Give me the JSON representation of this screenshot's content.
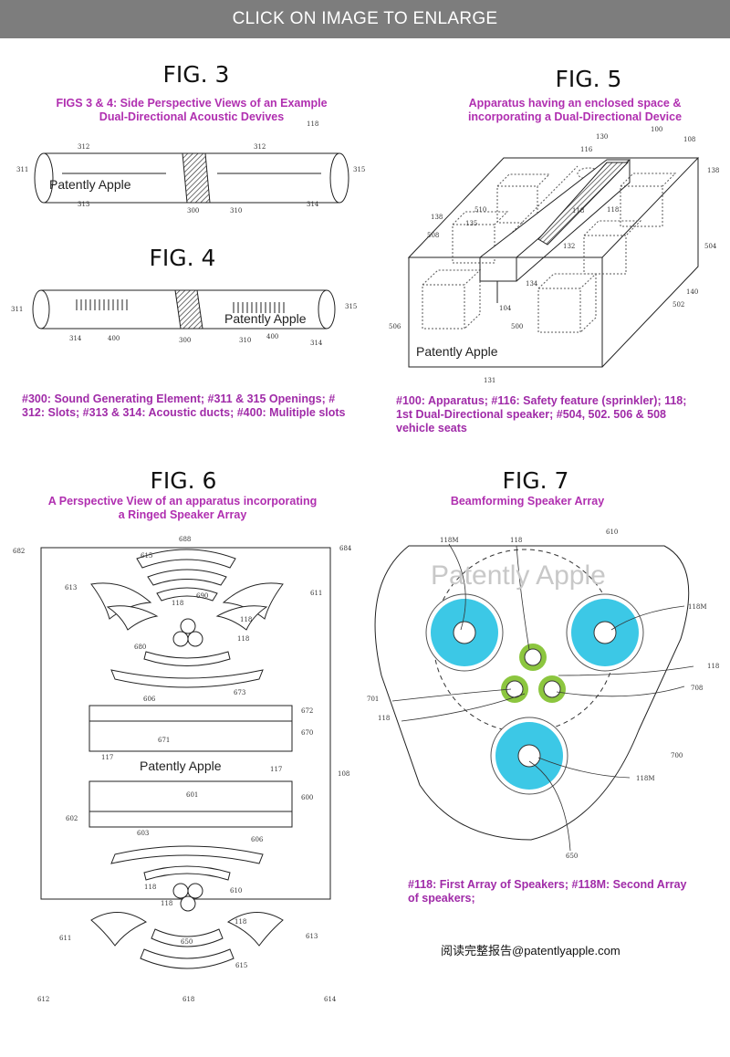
{
  "banner": "CLICK ON IMAGE TO ENLARGE",
  "fig3": {
    "title": "FIG. 3",
    "subtitle_line1": "FIGS 3 & 4: Side Perspective Views of an Example",
    "subtitle_line2": "Dual-Directional Acoustic Devives",
    "watermark": "Patently Apple",
    "labels": [
      "118",
      "312",
      "312",
      "311",
      "315",
      "313",
      "300",
      "310",
      "314"
    ]
  },
  "fig4": {
    "title": "FIG. 4",
    "watermark": "Patently Apple",
    "labels": [
      "311",
      "315",
      "314",
      "400",
      "300",
      "310",
      "400",
      "314"
    ],
    "caption_line1": "#300: Sound Generating Element; #311 & 315 Openings; #",
    "caption_line2": "312: Slots; #313 & 314: Acoustic ducts; #400: Mulitiple slots"
  },
  "fig5": {
    "title": "FIG. 5",
    "subtitle_line1": "Apparatus having an enclosed space &",
    "subtitle_line2": "incorporating a Dual-Directional  Device",
    "watermark": "Patently Apple",
    "labels": [
      "130",
      "100",
      "108",
      "116",
      "138",
      "138",
      "510",
      "135",
      "118",
      "118",
      "508",
      "132",
      "504",
      "134",
      "140",
      "104",
      "502",
      "506",
      "500",
      "131"
    ],
    "caption_line1": "#100: Apparatus; #116: Safety feature (sprinkler); 118;",
    "caption_line2": "1st Dual-Directional speaker; #504, 502. 506 & 508",
    "caption_line3": "vehicle seats"
  },
  "fig6": {
    "title": "FIG. 6",
    "subtitle_line1": "A Perspective View of an apparatus incorporating",
    "subtitle_line2": "a Ringed Speaker Array",
    "watermark": "Patently Apple",
    "labels": [
      "688",
      "682",
      "684",
      "615",
      "613",
      "690",
      "611",
      "118",
      "118",
      "118",
      "680",
      "606",
      "673",
      "672",
      "670",
      "671",
      "117",
      "117",
      "108",
      "601",
      "600",
      "602",
      "603",
      "606",
      "118",
      "610",
      "118",
      "118",
      "650",
      "611",
      "613",
      "615",
      "612",
      "618",
      "614"
    ]
  },
  "fig7": {
    "title": "FIG. 7",
    "subtitle": "Beamforming Speaker Array",
    "watermark": "Patently Apple",
    "labels": [
      "610",
      "118M",
      "118",
      "118M",
      "118",
      "708",
      "701",
      "118",
      "700",
      "118M",
      "650"
    ],
    "caption_line1": "#118: First Array of Speakers; #118M: Second Array",
    "caption_line2": "of speakers;"
  },
  "footer": "阅读完整报告@patentlyapple.com",
  "colors": {
    "banner": "#7d7d7d",
    "subtitle": "#b02fb0",
    "speaker_cyan": "#3cc8e6",
    "speaker_green": "#8cc63f"
  }
}
